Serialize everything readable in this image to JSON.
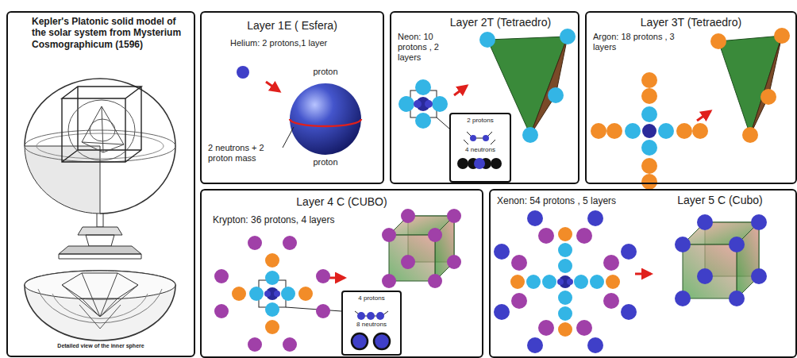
{
  "diagram": {
    "nodes": [
      {
        "text": [
          "Kepler's Platonic solid model of the solar system from Mysterium Cosmographicum (1596)",
          "Detailed view of the inner sphere"
        ]
      },
      {
        "text": [
          "Layer 1E ( Esfera)",
          "Helium: 2 protons,1 layer"
        ]
      },
      {
        "text": [
          "Layer 2T (Tetraedro)",
          "Neon: 10 protons , 2 layers"
        ]
      },
      {
        "text": [
          "2 protons",
          "4 neutrons"
        ],
        "in": 2
      },
      {
        "text": [
          "Layer 3T (Tetraedro)",
          "Argon: 18 protons , 3 layers"
        ]
      },
      {
        "text": [
          "Layer 4 C (CUBO)",
          "Krypton: 36 protons, 4 layers"
        ]
      },
      {
        "text": [
          "4 protons",
          "8 neutrons"
        ],
        "in": 5
      },
      {
        "text": [
          "Xenon: 54 protons , 5 layers",
          "Layer 5 C (Cubo)"
        ]
      }
    ],
    "labels": [
      "proton",
      "2 neutrons + 2 proton mass",
      "proton"
    ]
  }
}
